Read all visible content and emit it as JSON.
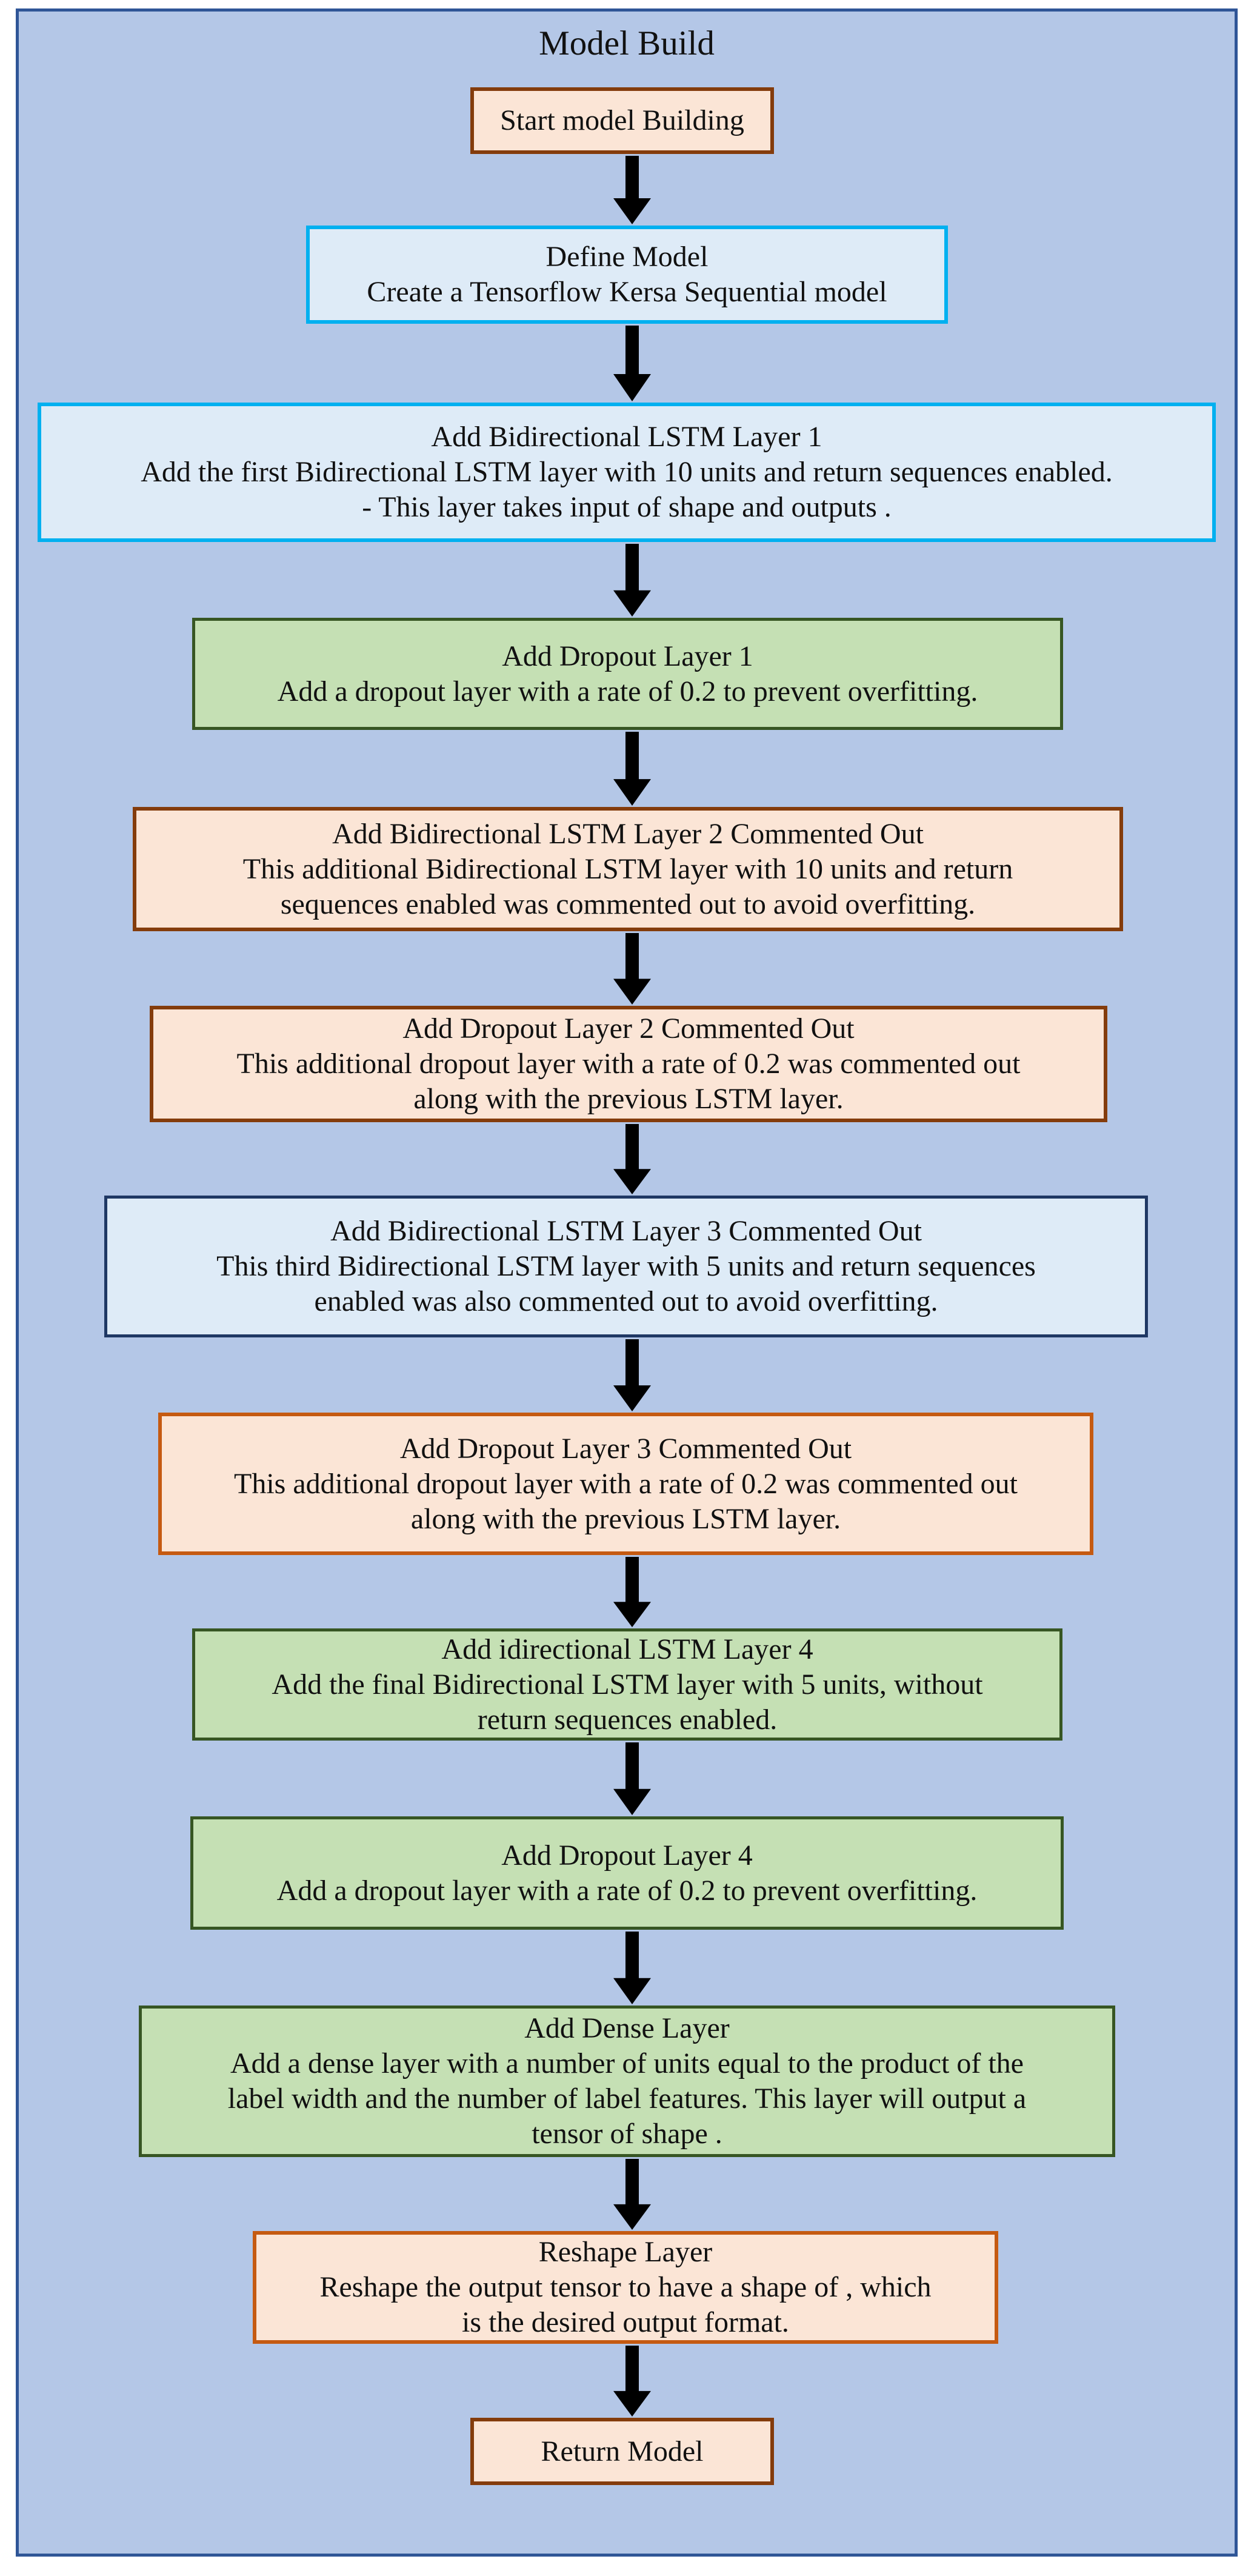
{
  "title": "Model Build",
  "nodes": {
    "start": {
      "lines": [
        "Start model Building"
      ]
    },
    "define": {
      "lines": [
        "Define Model",
        "Create a Tensorflow Kersa Sequential model"
      ]
    },
    "bilstm1": {
      "lines": [
        "Add Bidirectional LSTM Layer 1",
        "Add the first Bidirectional LSTM layer with 10 units and return sequences enabled.",
        "- This layer takes input of shape and outputs ."
      ]
    },
    "dropout1": {
      "lines": [
        "Add Dropout Layer 1",
        "Add a dropout layer with a rate of 0.2 to prevent overfitting."
      ]
    },
    "bilstm2": {
      "lines": [
        "Add  Bidirectional LSTM Layer 2 Commented Out",
        "This additional Bidirectional LSTM layer with 10 units and return",
        "sequences enabled was commented out to avoid overfitting."
      ]
    },
    "dropout2": {
      "lines": [
        "Add Dropout Layer 2 Commented Out",
        "This additional dropout layer with a rate of 0.2 was commented out",
        "along with the previous LSTM layer."
      ]
    },
    "bilstm3": {
      "lines": [
        "Add Bidirectional LSTM Layer 3 Commented Out",
        "This third Bidirectional LSTM layer with 5 units and return sequences",
        "enabled was also commented out to avoid overfitting."
      ]
    },
    "dropout3": {
      "lines": [
        "Add Dropout Layer 3 Commented Out",
        "This additional dropout layer with a rate of 0.2 was commented out",
        "along with the previous LSTM layer."
      ]
    },
    "bilstm4": {
      "lines": [
        "Add idirectional LSTM Layer 4",
        "Add the final Bidirectional LSTM layer with 5 units, without",
        "return sequences enabled."
      ]
    },
    "dropout4": {
      "lines": [
        "Add Dropout Layer 4",
        "Add a dropout layer with a rate of 0.2 to prevent overfitting."
      ]
    },
    "dense": {
      "lines": [
        "Add Dense Layer",
        "Add a dense layer with a number of units equal to the product of the",
        "label width and the number of label features. This layer will output a",
        "tensor of shape ."
      ]
    },
    "reshape": {
      "lines": [
        "Reshape Layer",
        "Reshape the output tensor to have a shape of , which",
        "is the desired output format."
      ]
    },
    "return": {
      "lines": [
        "Return Model"
      ]
    }
  }
}
